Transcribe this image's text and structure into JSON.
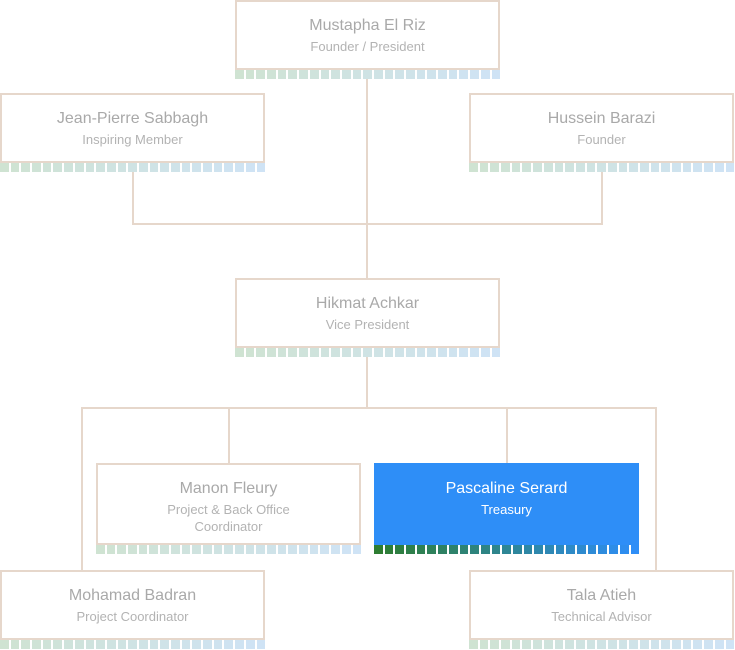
{
  "nodes": {
    "mustapha": {
      "name": "Mustapha El Riz",
      "role": "Founder / President"
    },
    "jean_pierre": {
      "name": "Jean-Pierre Sabbagh",
      "role": "Inspiring Member"
    },
    "hussein": {
      "name": "Hussein Barazi",
      "role": "Founder"
    },
    "hikmat": {
      "name": "Hikmat Achkar",
      "role": "Vice President"
    },
    "manon": {
      "name": "Manon Fleury",
      "role": "Project & Back Office Coordinator"
    },
    "pascaline": {
      "name": "Pascaline Serard",
      "role": "Treasury"
    },
    "mohamad": {
      "name": "Mohamad Badran",
      "role": "Project Coordinator"
    },
    "tala": {
      "name": "Tala Atieh",
      "role": "Technical Advisor"
    }
  },
  "colors": {
    "connector": "#e6d7cb",
    "highlight": "#2e8ef7",
    "strip_start": "#cfe3d2",
    "strip_end": "#cfe3f5",
    "strip_active_start": "#2e7d32",
    "strip_active_end": "#2e8ef7"
  }
}
